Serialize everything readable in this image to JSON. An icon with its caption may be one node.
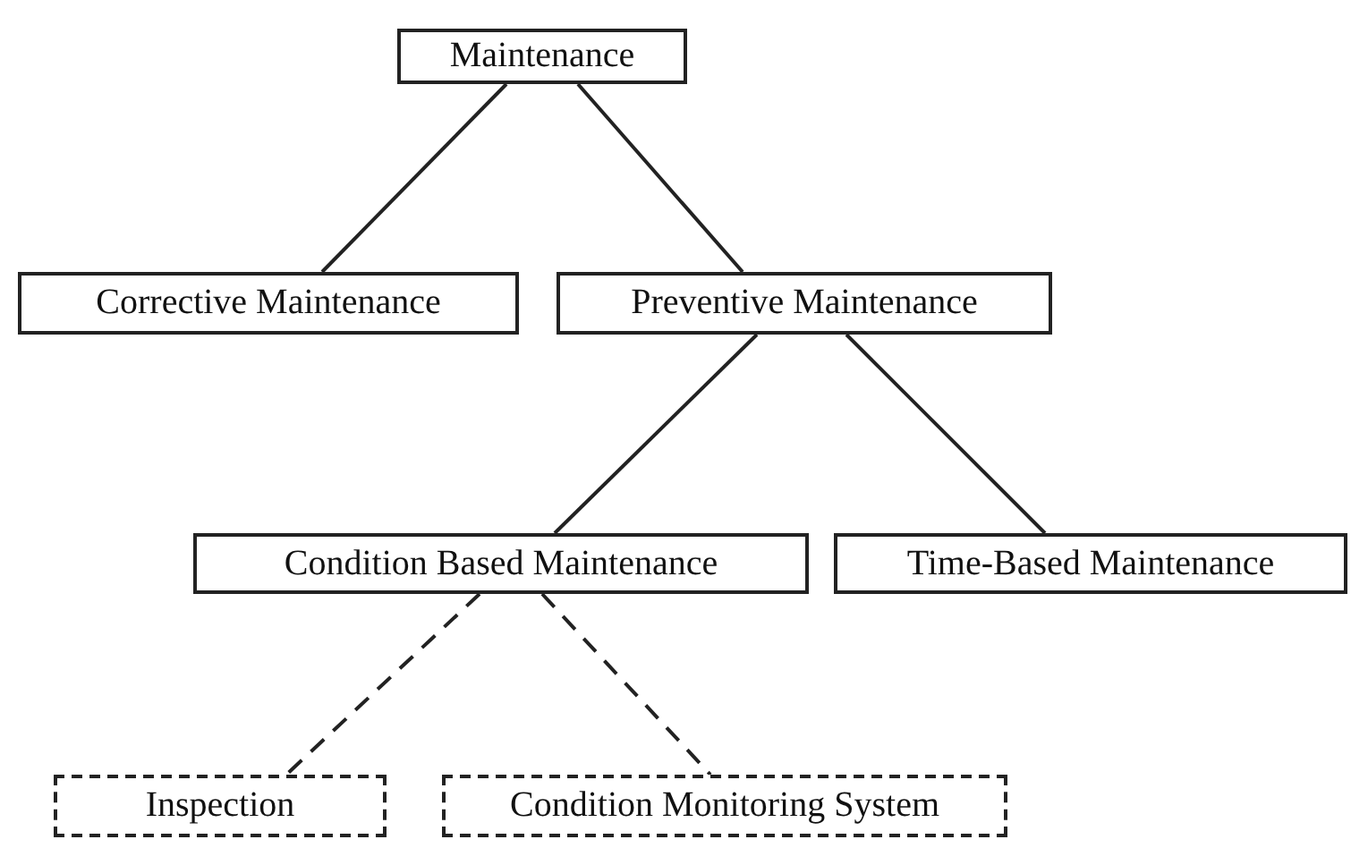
{
  "diagram": {
    "nodes": [
      {
        "text": [
          "Maintenance"
        ]
      },
      {
        "text": [
          "Corrective Maintenance"
        ]
      },
      {
        "text": [
          "Preventive Maintenance"
        ]
      },
      {
        "text": [
          "Condition Based Maintenance"
        ]
      },
      {
        "text": [
          "Time-Based Maintenance"
        ]
      },
      {
        "text": [
          "Inspection"
        ]
      },
      {
        "text": [
          "Condition Monitoring System"
        ]
      }
    ],
    "edges": [
      {
        "from": 0,
        "to": 1,
        "arrow": "none"
      },
      {
        "from": 0,
        "to": 2,
        "arrow": "none"
      },
      {
        "from": 2,
        "to": 3,
        "arrow": "none"
      },
      {
        "from": 2,
        "to": 4,
        "arrow": "none"
      },
      {
        "from": 3,
        "to": 5,
        "arrow": "none",
        "style": "dashed"
      },
      {
        "from": 3,
        "to": 6,
        "arrow": "none",
        "style": "dashed"
      }
    ]
  }
}
